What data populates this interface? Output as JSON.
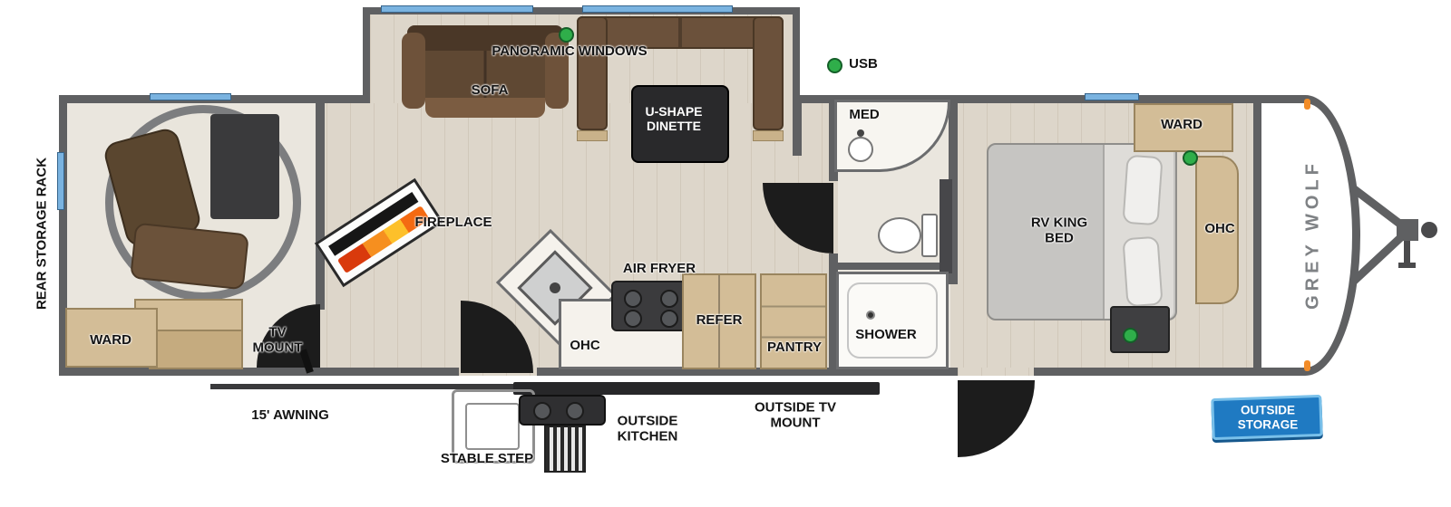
{
  "brand": "GREY WOLF",
  "legend": {
    "usb": "USB"
  },
  "exterior": {
    "rear_storage_rack": "REAR STORAGE RACK",
    "awning": "15' AWNING",
    "stable_step": "STABLE STEP",
    "outside_kitchen": "OUTSIDE KITCHEN",
    "outside_tv_mount": "OUTSIDE TV MOUNT",
    "outside_storage": "OUTSIDE STORAGE"
  },
  "living": {
    "panoramic_windows": "PANORAMIC WINDOWS",
    "sofa": "SOFA",
    "dinette": "U-SHAPE DINETTE",
    "fireplace": "FIREPLACE"
  },
  "kitchen": {
    "air_fryer": "AIR FRYER",
    "ohc": "OHC",
    "refer": "REFER",
    "pantry": "PANTRY"
  },
  "bath": {
    "med": "MED",
    "shower": "SHOWER"
  },
  "bedroom": {
    "bed": "RV KING BED",
    "ward": "WARD",
    "ohc": "OHC"
  },
  "rear_room": {
    "ward": "WARD",
    "tv_mount": "TV MOUNT"
  },
  "colors": {
    "wall": "#5f6062",
    "window_blue": "#7ab3e0",
    "usb_green": "#2fae4a",
    "badge_blue": "#1f7ac2",
    "marker_orange": "#f28c28"
  }
}
